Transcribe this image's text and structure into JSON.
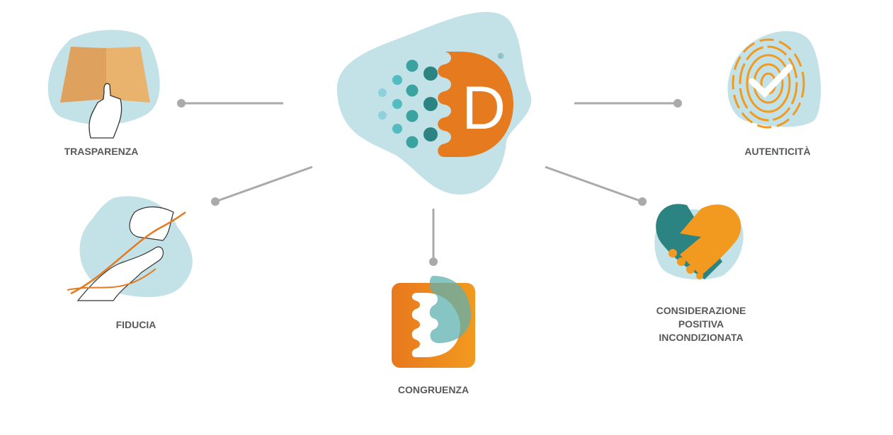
{
  "center": {
    "logo_letter": "D",
    "registered_mark": "®"
  },
  "nodes": [
    {
      "id": "trasparenza",
      "label": "TRASPARENZA",
      "icon": "open-book-hand-icon"
    },
    {
      "id": "fiducia",
      "label": "FIDUCIA",
      "icon": "helping-hands-icon"
    },
    {
      "id": "congruenza",
      "label": "CONGRUENZA",
      "icon": "congruence-logo-icon"
    },
    {
      "id": "considerazione",
      "label_lines": [
        "CONSIDERAZIONE",
        "POSITIVA",
        "INCONDIZIONATA"
      ],
      "icon": "handshake-heart-icon"
    },
    {
      "id": "autenticita",
      "label": "AUTENTICITÀ",
      "icon": "fingerprint-check-icon"
    }
  ],
  "colors": {
    "blob": "#c2e2e8",
    "orange": "#e67a1e",
    "orange_light": "#f29a1f",
    "teal_dark": "#2b8482",
    "teal": "#3aa3a0",
    "teal_light": "#52bcc0",
    "connector": "#aaaaaa",
    "label": "#58595b"
  }
}
